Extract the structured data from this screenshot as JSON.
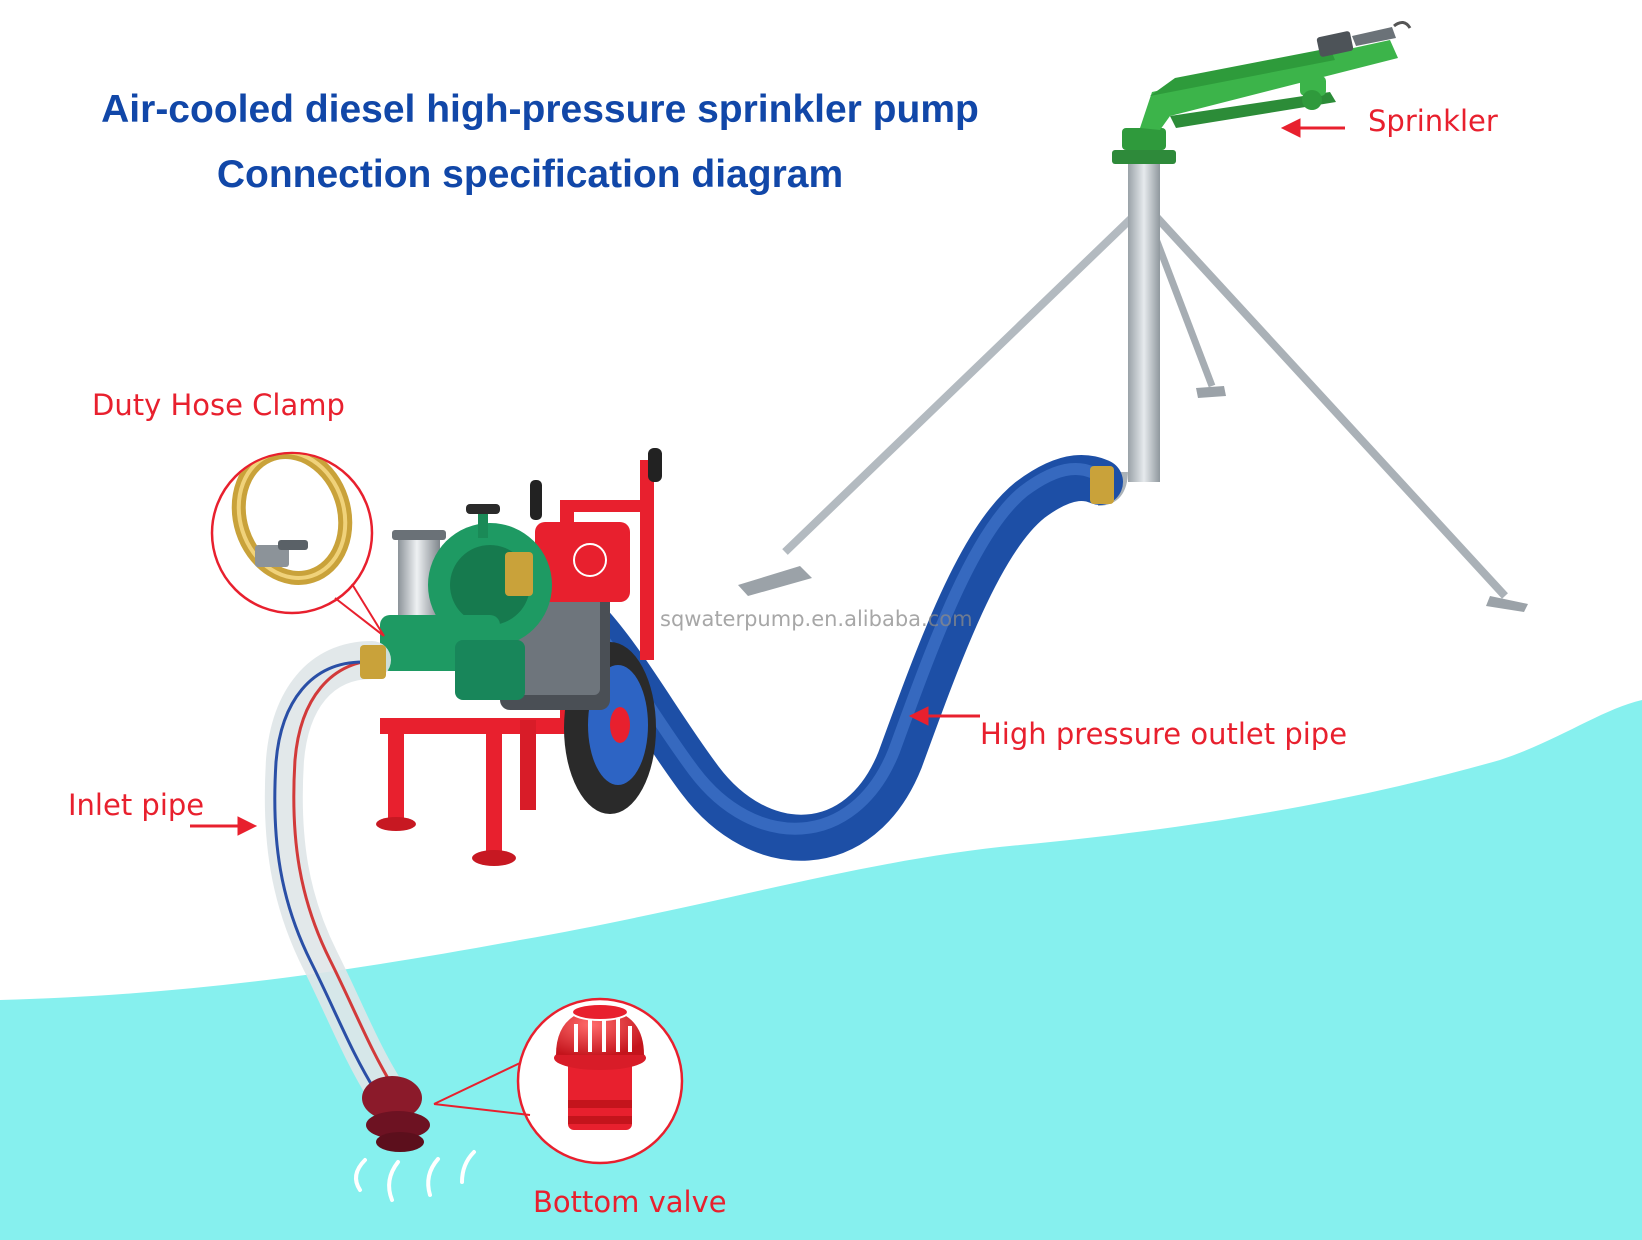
{
  "title": {
    "line1": "Air-cooled diesel high-pressure sprinkler pump",
    "line2": "Connection specification diagram"
  },
  "labels": {
    "sprinkler": "Sprinkler",
    "duty_hose_clamp": "Duty Hose Clamp",
    "high_pressure_outlet_pipe": "High pressure outlet pipe",
    "inlet_pipe": "Inlet pipe",
    "bottom_valve": "Bottom valve"
  },
  "watermark": "sqwaterpump.en.alibaba.com",
  "colors": {
    "title": "#1147a8",
    "label": "#e8202e",
    "water": "#86f0ee",
    "pump_green": "#1e9a63",
    "frame_red": "#e8202e",
    "outlet_hose_blue": "#1d4fa6",
    "sprinkler_green": "#3cb44a",
    "stand_gray": "#b9c0c6"
  }
}
